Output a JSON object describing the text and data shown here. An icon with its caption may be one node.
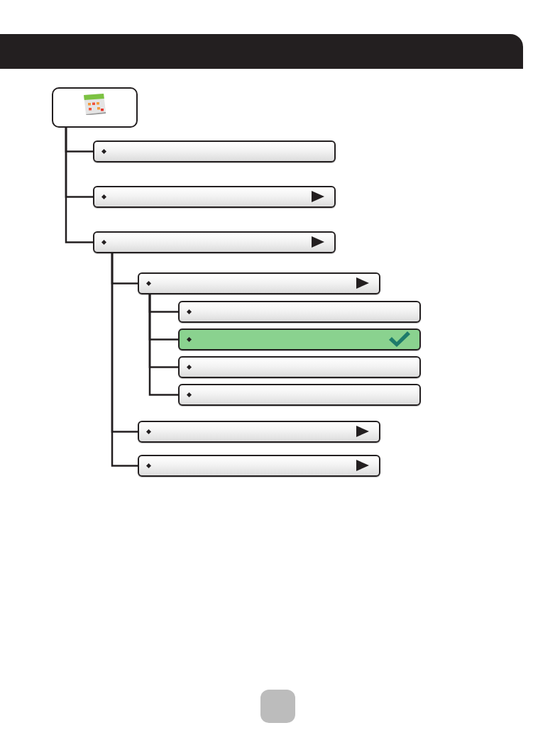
{
  "diagram": {
    "nodes": [
      {
        "text": [],
        "shape": "box"
      },
      {
        "text": [],
        "shape": "box"
      },
      {
        "text": [],
        "shape": "box"
      },
      {
        "text": [],
        "shape": "box"
      },
      {
        "text": [],
        "shape": "box"
      },
      {
        "text": [],
        "shape": "box"
      },
      {
        "text": [],
        "shape": "box"
      },
      {
        "text": [],
        "shape": "box"
      },
      {
        "text": [],
        "shape": "box"
      },
      {
        "text": [],
        "shape": "box"
      },
      {
        "text": [],
        "shape": "box"
      }
    ],
    "edges": [
      {
        "from": 0,
        "to": 1,
        "arrow": "none"
      },
      {
        "from": 0,
        "to": 2,
        "arrow": "none"
      },
      {
        "from": 0,
        "to": 3,
        "arrow": "none"
      },
      {
        "from": 3,
        "to": 4,
        "arrow": "none"
      },
      {
        "from": 4,
        "to": 5,
        "arrow": "none"
      },
      {
        "from": 4,
        "to": 6,
        "arrow": "none"
      },
      {
        "from": 4,
        "to": 7,
        "arrow": "none"
      },
      {
        "from": 4,
        "to": 8,
        "arrow": "none"
      },
      {
        "from": 3,
        "to": 9,
        "arrow": "none"
      },
      {
        "from": 3,
        "to": 10,
        "arrow": "none"
      }
    ]
  }
}
